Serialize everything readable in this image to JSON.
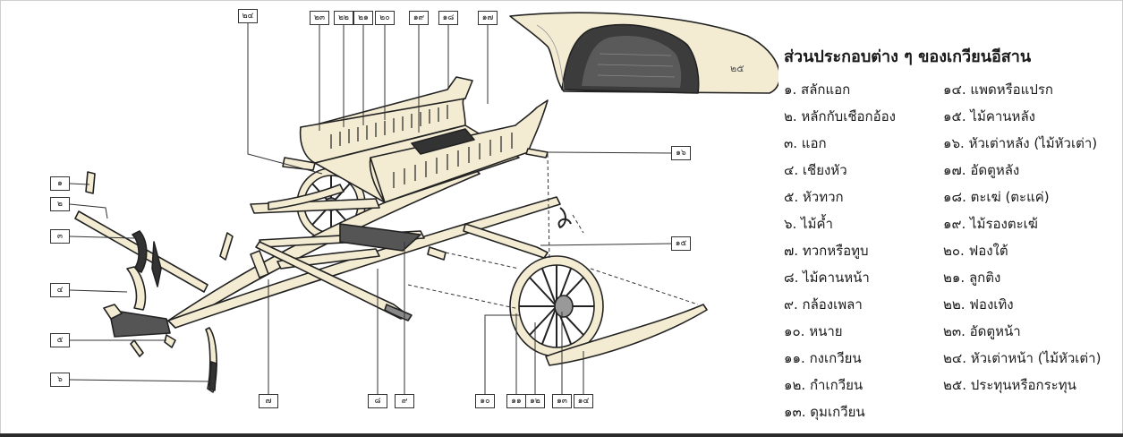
{
  "legend": {
    "title": "ส่วนประกอบต่าง ๆ ของเกวียนอีสาน",
    "items": [
      "๑. สลักแอก",
      "๒. หลักกับเชือกอ้อง",
      "๓. แอก",
      "๔. เชียงหัว",
      "๕. หัวทวก",
      "๖. ไม้ค้ำ",
      "๗. ทวกหรือทูบ",
      "๘. ไม้คานหน้า",
      "๙. กล้องเพลา",
      "๑๐. หนาย",
      "๑๑. กงเกวียน",
      "๑๒. กำเกวียน",
      "๑๓. ดุมเกวียน",
      "๑๔. แพดหรือแปรก",
      "๑๕. ไม้คานหลัง",
      "๑๖. หัวเต่าหลัง (ไม้หัวเต่า)",
      "๑๗. อัดตูหลัง",
      "๑๘. ตะเฆ่ (ตะแค่)",
      "๑๙. ไม้รองตะเฆ้",
      "๒๐. ฟองใต้",
      "๒๑. ลูกติง",
      "๒๒. ฟองเทิง",
      "๒๓. อัดตูหน้า",
      "๒๔. หัวเต่าหน้า (ไม้หัวเต่า)",
      "๒๕. ประทุนหรือกระทุน"
    ]
  },
  "callouts": {
    "c1": "๑",
    "c2": "๒",
    "c3": "๓",
    "c4": "๔",
    "c5": "๕",
    "c6": "๖",
    "c7": "๗",
    "c8": "๘",
    "c9": "๙",
    "c10": "๑๐",
    "c11": "๑๑",
    "c12": "๑๒",
    "c13": "๑๓",
    "c14": "๑๔",
    "c15": "๑๕",
    "c16": "๑๖",
    "c17": "๑๗",
    "c18": "๑๘",
    "c19": "๑๙",
    "c20": "๒๐",
    "c21": "๒๑",
    "c22": "๒๒",
    "c23": "๒๓",
    "c24": "๒๔"
  },
  "canopy_label": "๒๕",
  "colors": {
    "wood": "#f3ecd3",
    "outline": "#222222",
    "dark": "#2a2a2a"
  }
}
